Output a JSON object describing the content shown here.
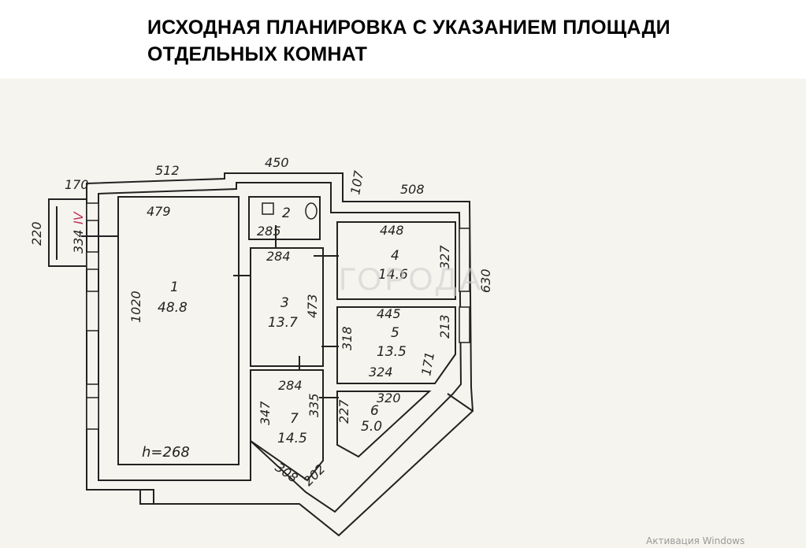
{
  "title": {
    "line1": "ИСХОДНАЯ ПЛАНИРОВКА С УКАЗАНИЕМ ПЛОЩАДИ",
    "line2": "ОТДЕЛЬНЫХ КОМНАТ"
  },
  "dims": {
    "d170": "170",
    "d512": "512",
    "d450": "450",
    "d107": "107",
    "d508": "508",
    "d220": "220",
    "d334": "334",
    "balcony_mark": "IV",
    "d479": "479",
    "d1020": "1020",
    "d285": "285",
    "d284a": "284",
    "d473": "473",
    "d318": "318",
    "d448": "448",
    "d327": "327",
    "d630": "630",
    "d445": "445",
    "d213": "213",
    "d324": "324",
    "d171": "171",
    "d284b": "284",
    "d347": "347",
    "d335": "335",
    "d227": "227",
    "d320": "320",
    "d308": "308",
    "d202": "202",
    "height": "h=268"
  },
  "rooms": [
    {
      "num": "1",
      "area": "48.8"
    },
    {
      "num": "2",
      "area": ""
    },
    {
      "num": "3",
      "area": "13.7"
    },
    {
      "num": "4",
      "area": "14.6"
    },
    {
      "num": "5",
      "area": "13.5"
    },
    {
      "num": "6",
      "area": "5.0"
    },
    {
      "num": "7",
      "area": "14.5"
    }
  ],
  "watermark": "ГОРОДА",
  "os_watermark": "Активация Windows",
  "colors": {
    "ink": "#222222",
    "balcony_mark": "#c0305a",
    "paper": "#f6f4ee"
  }
}
